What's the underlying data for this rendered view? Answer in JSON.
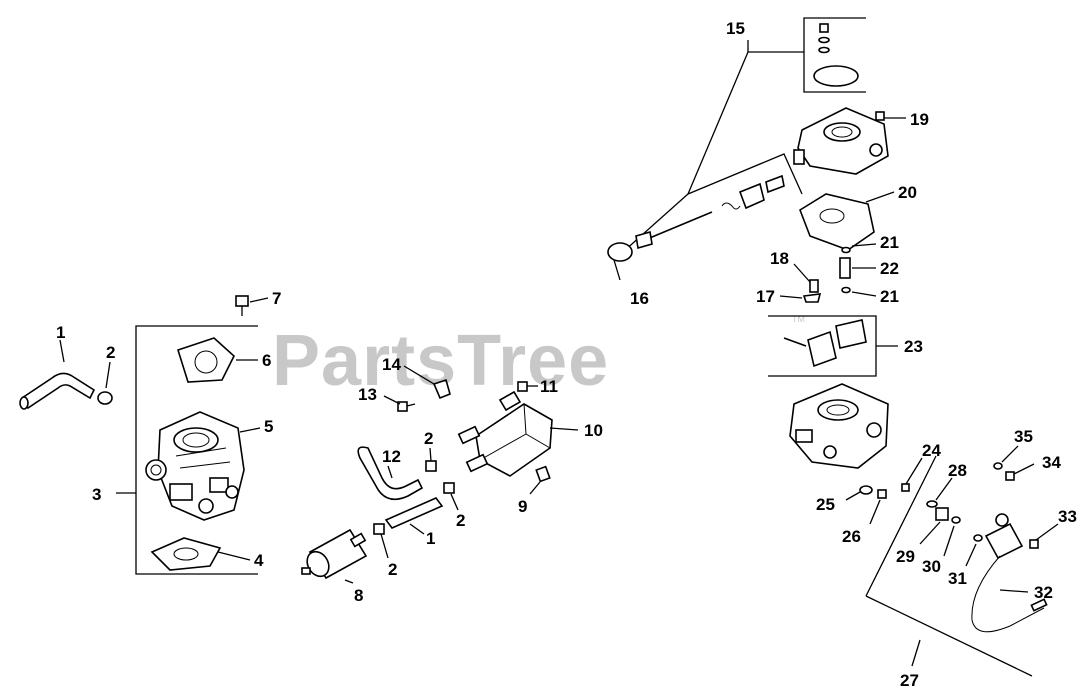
{
  "watermark": {
    "text": "PartsTree",
    "trademark": "TM"
  },
  "callouts": [
    {
      "id": "c1a",
      "text": "1"
    },
    {
      "id": "c2a",
      "text": "2"
    },
    {
      "id": "c3",
      "text": "3"
    },
    {
      "id": "c4",
      "text": "4"
    },
    {
      "id": "c5",
      "text": "5"
    },
    {
      "id": "c6",
      "text": "6"
    },
    {
      "id": "c7",
      "text": "7"
    },
    {
      "id": "c8",
      "text": "8"
    },
    {
      "id": "c9",
      "text": "9"
    },
    {
      "id": "c10",
      "text": "10"
    },
    {
      "id": "c11",
      "text": "11"
    },
    {
      "id": "c12",
      "text": "12"
    },
    {
      "id": "c13",
      "text": "13"
    },
    {
      "id": "c14",
      "text": "14"
    },
    {
      "id": "c2b",
      "text": "2"
    },
    {
      "id": "c2c",
      "text": "2"
    },
    {
      "id": "c2d",
      "text": "2"
    },
    {
      "id": "c1b",
      "text": "1"
    },
    {
      "id": "c15",
      "text": "15"
    },
    {
      "id": "c16",
      "text": "16"
    },
    {
      "id": "c17",
      "text": "17"
    },
    {
      "id": "c18",
      "text": "18"
    },
    {
      "id": "c19",
      "text": "19"
    },
    {
      "id": "c20",
      "text": "20"
    },
    {
      "id": "c21a",
      "text": "21"
    },
    {
      "id": "c22",
      "text": "22"
    },
    {
      "id": "c21b",
      "text": "21"
    },
    {
      "id": "c23",
      "text": "23"
    },
    {
      "id": "c24",
      "text": "24"
    },
    {
      "id": "c25",
      "text": "25"
    },
    {
      "id": "c26",
      "text": "26"
    },
    {
      "id": "c27",
      "text": "27"
    },
    {
      "id": "c28",
      "text": "28"
    },
    {
      "id": "c29",
      "text": "29"
    },
    {
      "id": "c30",
      "text": "30"
    },
    {
      "id": "c31",
      "text": "31"
    },
    {
      "id": "c32",
      "text": "32"
    },
    {
      "id": "c33",
      "text": "33"
    },
    {
      "id": "c34",
      "text": "34"
    },
    {
      "id": "c35",
      "text": "35"
    }
  ]
}
